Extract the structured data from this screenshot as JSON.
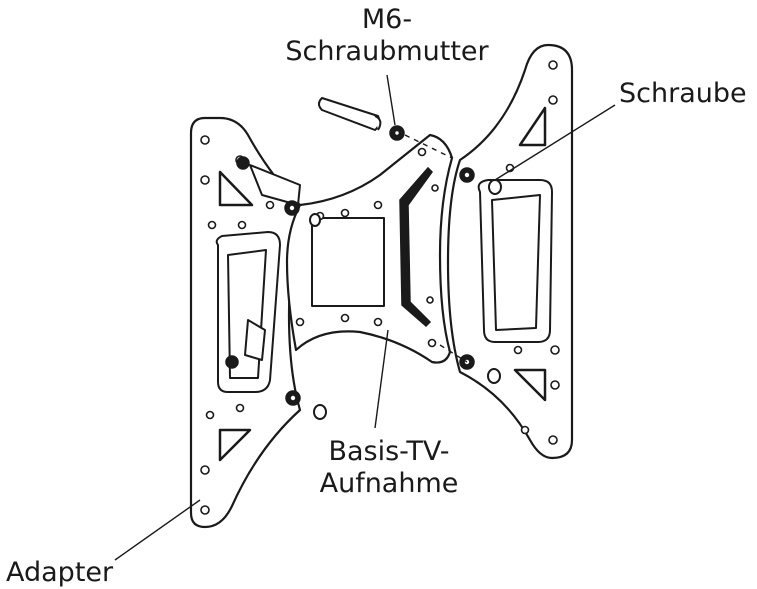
{
  "labels": {
    "nut_line1": "M6-",
    "nut_line2": "Schraubmutter",
    "screw": "Schraube",
    "base_line1": "Basis-TV-",
    "base_line2": "Aufnahme",
    "adapter": "Adapter"
  },
  "colors": {
    "line": "#1a1a1a",
    "background": "#ffffff"
  }
}
